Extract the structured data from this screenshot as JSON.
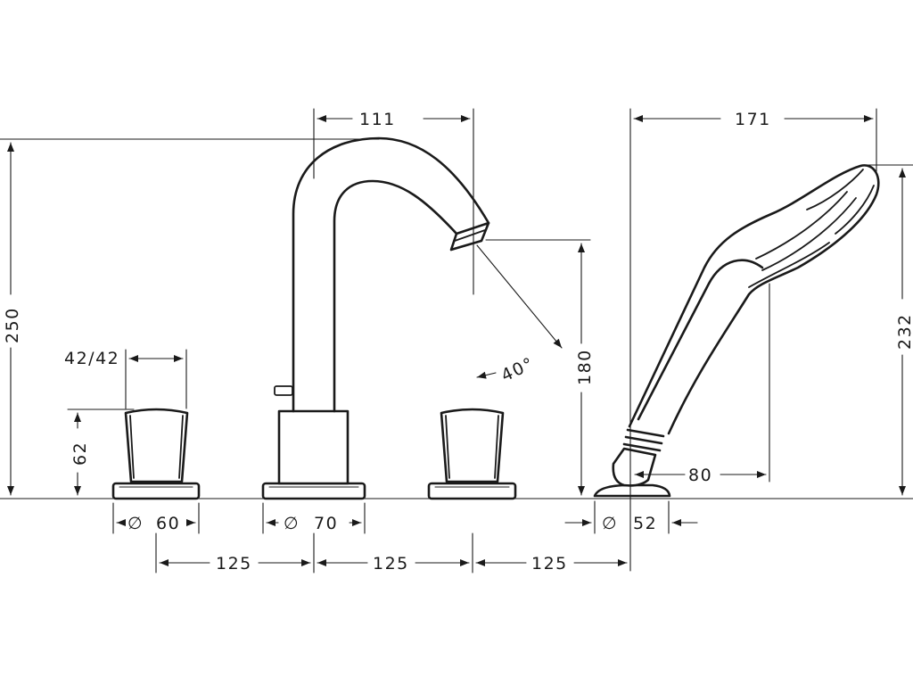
{
  "dimensions": {
    "total_height": "250",
    "spout_reach": "111",
    "handle_size": "42/42",
    "handle_height": "62",
    "spray_angle": "40°",
    "spout_height": "180",
    "shower_length": "171",
    "shower_height": "232",
    "hose_offset": "80",
    "base_left": "60",
    "base_center": "70",
    "base_shower": "52",
    "spacing_1": "125",
    "spacing_2": "125",
    "spacing_3": "125"
  },
  "symbols": {
    "diameter": "∅"
  }
}
